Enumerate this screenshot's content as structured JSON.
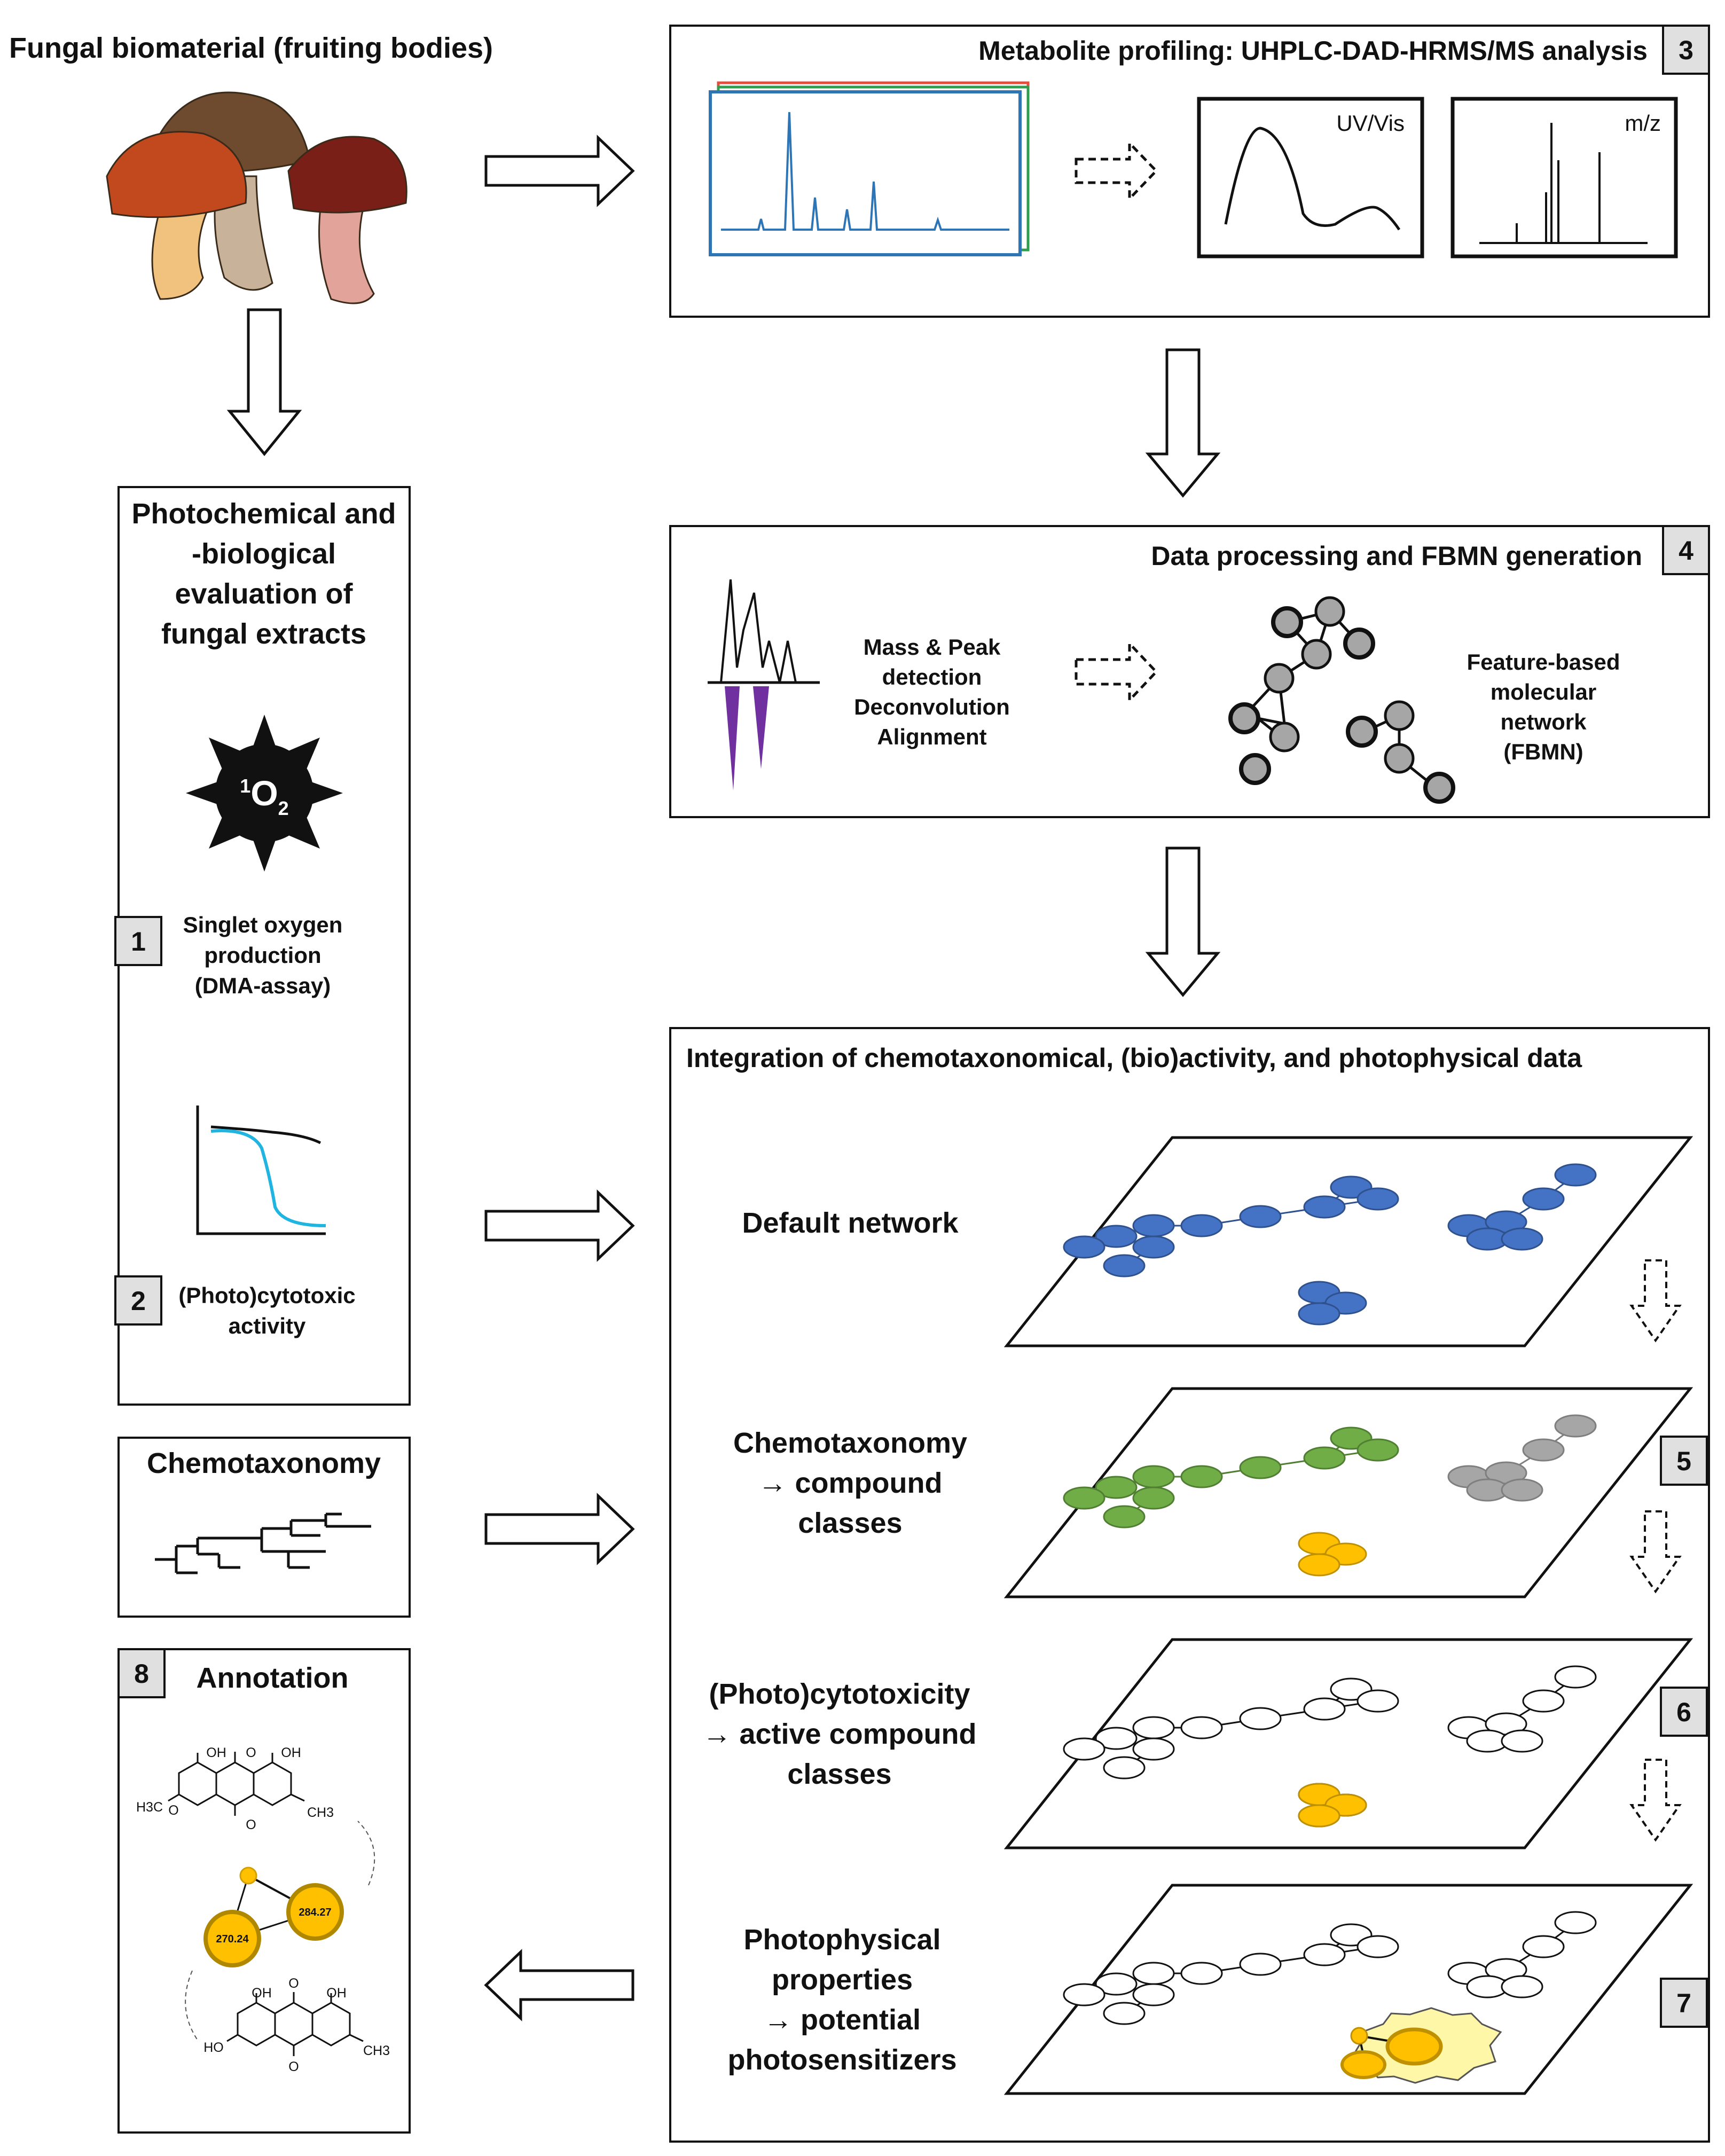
{
  "fungal_title": "Fungal biomaterial (fruiting bodies)",
  "box1": {
    "title_lines": [
      "Photochemical and",
      "-biological",
      "evaluation of",
      "fungal extracts"
    ]
  },
  "singlet_symbol": {
    "base": "O",
    "pre": "1",
    "sub": "2"
  },
  "step1": {
    "number": "1",
    "lines": [
      "Singlet oxygen",
      "production",
      "(DMA-assay)"
    ]
  },
  "step2": {
    "number": "2",
    "lines": [
      "(Photo)cytotoxic",
      "activity"
    ]
  },
  "chemotaxonomy_box": {
    "title": "Chemotaxonomy"
  },
  "annotation_box": {
    "number": "8",
    "title": "Annotation",
    "node_labels": [
      "284.27",
      "270.24"
    ],
    "chem_labels": [
      "OH",
      "O",
      "OH",
      "H3C",
      "O",
      "CH3",
      "O",
      "OH",
      "O",
      "OH",
      "HO",
      "CH3",
      "O"
    ]
  },
  "step3": {
    "number": "3",
    "title": "Metabolite profiling: UHPLC-DAD-HRMS/MS analysis",
    "uv_label": "UV/Vis",
    "ms_label": "m/z"
  },
  "step4": {
    "number": "4",
    "title": "Data processing and FBMN generation",
    "left_lines": [
      "Mass & Peak",
      "detection",
      "Deconvolution",
      "Alignment"
    ],
    "right_lines": [
      "Feature-based",
      "molecular",
      "network",
      "(FBMN)"
    ]
  },
  "integration": {
    "title": "Integration of chemotaxonomical, (bio)activity, and photophysical data",
    "layers": [
      {
        "number": "",
        "lines": [
          "Default network"
        ]
      },
      {
        "number": "5",
        "lines": [
          "Chemotaxonomy",
          "→ compound",
          "classes"
        ]
      },
      {
        "number": "6",
        "lines": [
          "(Photo)cytotoxicity",
          "→ active compound",
          "classes"
        ]
      },
      {
        "number": "7",
        "lines": [
          "Photophysical",
          "properties",
          "→ potential",
          "photosensitizers"
        ]
      }
    ]
  },
  "colors": {
    "blue": "#4472c4",
    "green": "#70ad47",
    "gray": "#a6a6a6",
    "yellow": "#ffc000",
    "purple": "#7030a0",
    "chrom_blue": "#2e75b6",
    "cyan": "#1fb5e0",
    "red": "#e74c3c"
  }
}
